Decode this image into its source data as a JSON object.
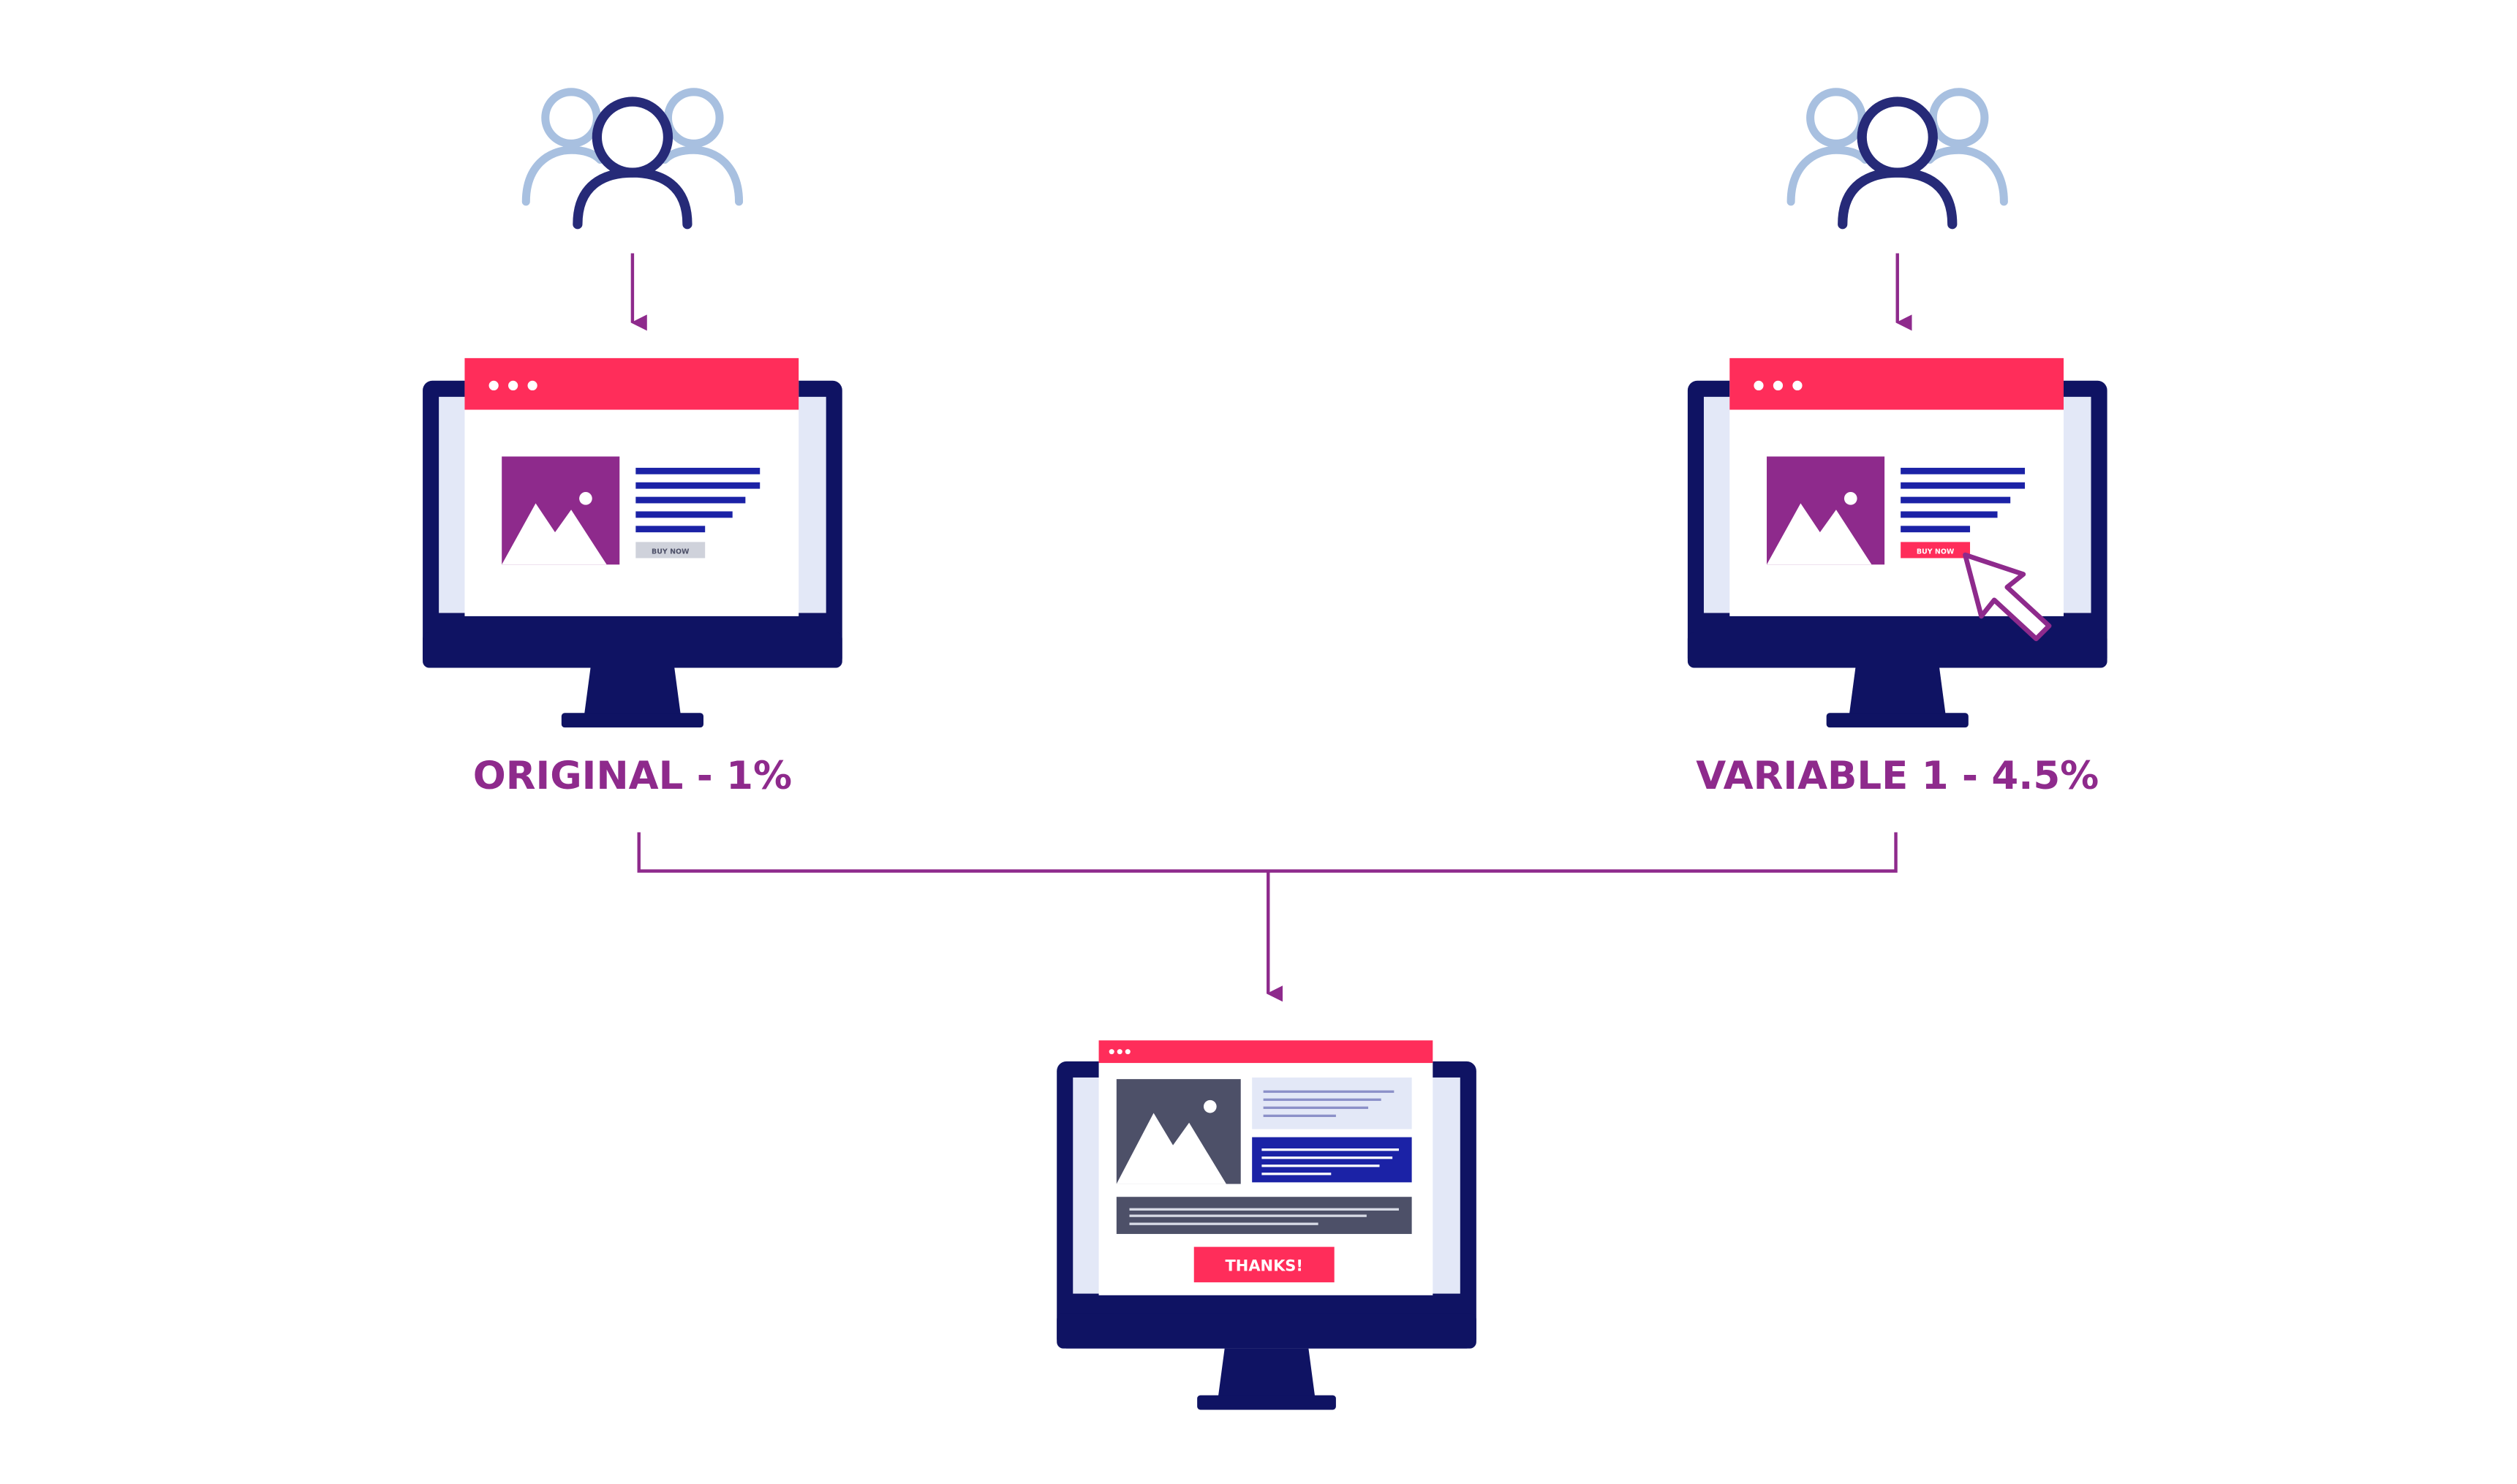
{
  "colors": {
    "purple": "#8e2a8c",
    "pink": "#ff2d5a",
    "navy": "#0f1363",
    "blue": "#1b22a6",
    "light_blue": "#a8c0e0",
    "pale": "#e3e8f7",
    "slate": "#4d5068",
    "gray_button": "#cfd2db"
  },
  "variants": {
    "original": {
      "caption": "ORIGINAL - 1%",
      "button_label": "BUY NOW"
    },
    "variable": {
      "caption": "VARIABLE 1 - 4.5%",
      "button_label": "BUY NOW"
    }
  },
  "result": {
    "button_label": "THANKS!"
  },
  "icons": {
    "users": "users-group-icon",
    "image": "image-icon",
    "cursor": "cursor-arrow-icon",
    "dots": "window-dots-icon"
  }
}
